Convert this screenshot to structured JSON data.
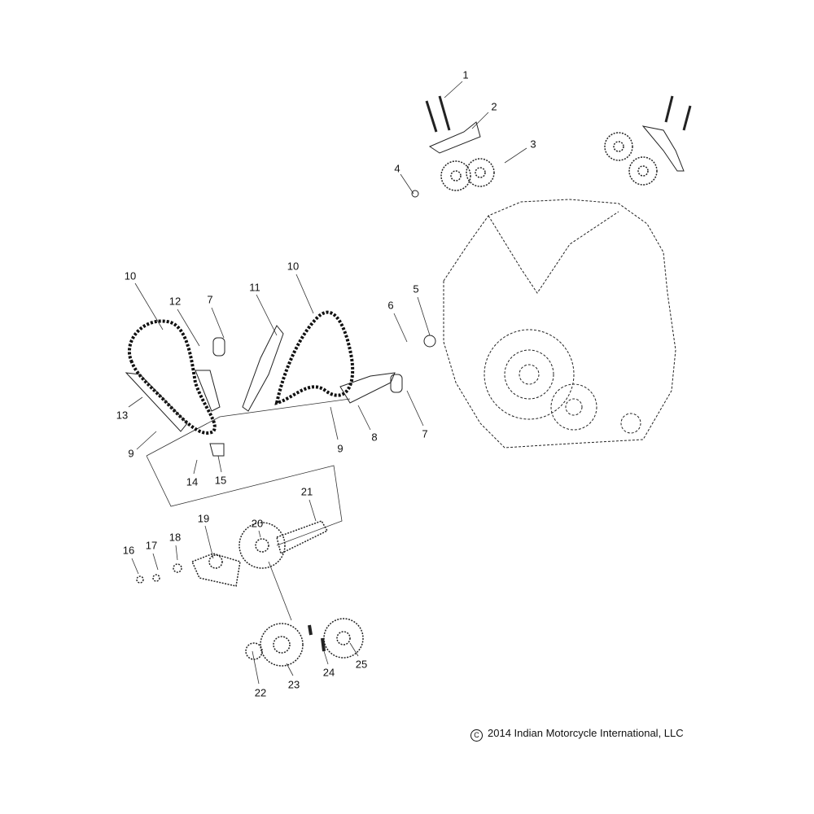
{
  "callouts": [
    "1",
    "2",
    "3",
    "4",
    "5",
    "6",
    "7",
    "7",
    "8",
    "9",
    "9",
    "10",
    "10",
    "11",
    "12",
    "13",
    "14",
    "15",
    "16",
    "17",
    "18",
    "19",
    "20",
    "21",
    "22",
    "23",
    "24",
    "25"
  ],
  "copyright": {
    "symbol": "C",
    "text": "2014 Indian Motorcycle International, LLC"
  }
}
